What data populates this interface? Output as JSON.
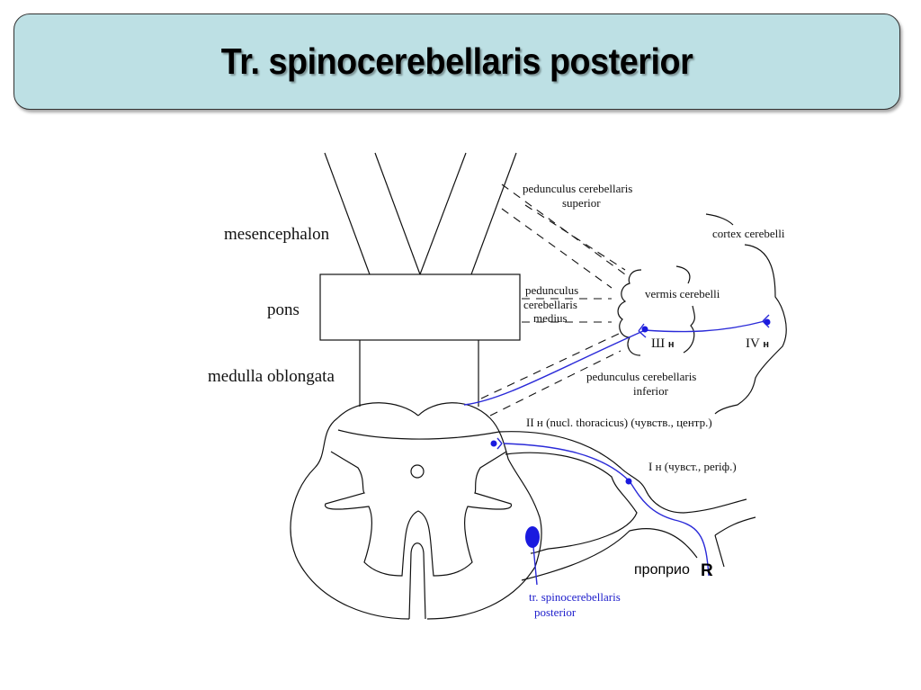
{
  "slide": {
    "title": "Tr. spinocerebellaris posterior"
  },
  "labels": {
    "mesencephalon": "mesencephalon",
    "pons": "pons",
    "medulla_oblongata": "medulla oblongata",
    "ped_superior_1": "pedunculus cerebellaris",
    "ped_superior_2": "superior",
    "cortex_cerebelli": "cortex cerebelli",
    "ped_medius_1": "pedunculus",
    "ped_medius_2": "cerebellaris",
    "ped_medius_3": "medius",
    "vermis_cerebelli": "vermis cerebelli",
    "neuron_3_roman": "Ш",
    "neuron_3_suffix": "н",
    "neuron_4_roman": "IV",
    "neuron_4_suffix": "н",
    "ped_inferior_1": "pedunculus cerebellaris",
    "ped_inferior_2": "inferior",
    "neuron_2": "II н (nucl. thoracicus)  (чувств., центр.)",
    "neuron_1": "I н (чувст., periф.)",
    "proprio_text": "проприо",
    "proprio_R": "R",
    "tract_1": "tr. spinocerebellaris",
    "tract_2": "posterior"
  },
  "colors": {
    "title_bg": "#bde0e4",
    "pathway_blue": "#2a2ad8"
  }
}
